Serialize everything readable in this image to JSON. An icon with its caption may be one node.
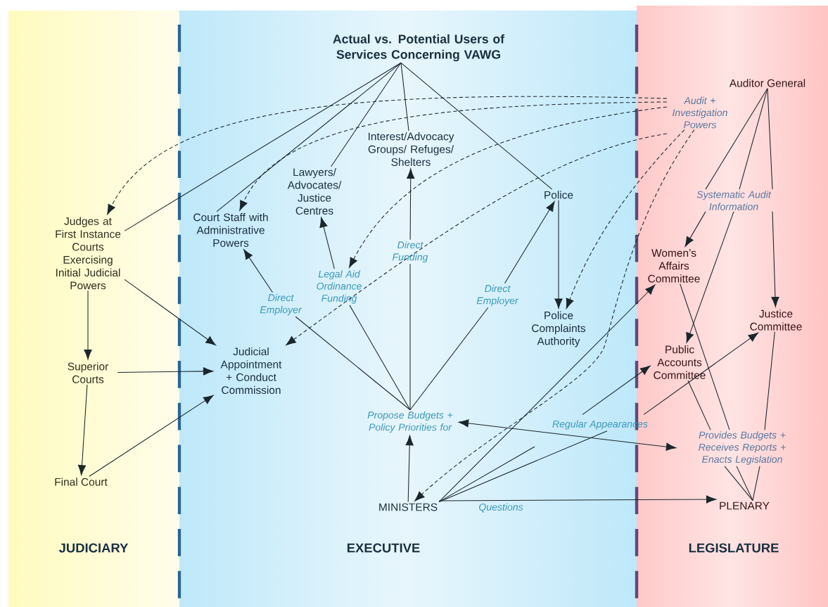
{
  "diagram": {
    "nodes": [
      {
        "text": [
          "Actual vs. Potential Users of Services Concerning VAWG"
        ]
      },
      {
        "text": [
          "Auditor General"
        ]
      },
      {
        "text": [
          "Audit + Investigation Powers"
        ]
      },
      {
        "text": [
          "Interest/Advocacy Groups/ Refuges/ Shelters"
        ]
      },
      {
        "text": [
          "Lawyers/ Advocates/ Justice Centres"
        ]
      },
      {
        "text": [
          "Police"
        ]
      },
      {
        "text": [
          "Systematic Audit Information"
        ]
      },
      {
        "text": [
          "Judges at First Instance Courts Exercising Initial Judicial Powers"
        ]
      },
      {
        "text": [
          "Court Staff with Administrative Powers"
        ]
      },
      {
        "text": [
          "Women’s Affairs Committee"
        ]
      },
      {
        "text": [
          "Direct Funding"
        ]
      },
      {
        "text": [
          "Legal Aid Ordinance Funding"
        ]
      },
      {
        "text": [
          "Direct Employer"
        ]
      },
      {
        "text": [
          "Direct Employer"
        ]
      },
      {
        "text": [
          "Police Complaints Authority"
        ]
      },
      {
        "text": [
          "Justice Committee"
        ]
      },
      {
        "text": [
          "Superior Courts"
        ]
      },
      {
        "text": [
          "Judicial Appointment + Conduct Commission"
        ]
      },
      {
        "text": [
          "Public Accounts Committee"
        ]
      },
      {
        "text": [
          "Propose Budgets + Policy Priorities for"
        ]
      },
      {
        "text": [
          "Regular Appearances"
        ]
      },
      {
        "text": [
          "Provides Budgets + Receives Reports + Enacts Legislation"
        ]
      },
      {
        "text": [
          "Final Court"
        ]
      },
      {
        "text": [
          "MINISTERS"
        ]
      },
      {
        "text": [
          "PLENARY"
        ]
      }
    ],
    "edges": [
      {
        "from": 0,
        "to": 7,
        "arrow": "none"
      },
      {
        "from": 0,
        "to": 8,
        "arrow": "none"
      },
      {
        "from": 0,
        "to": 4,
        "arrow": "none"
      },
      {
        "from": 0,
        "to": 3,
        "arrow": "none"
      },
      {
        "from": 0,
        "to": 5,
        "arrow": "none"
      },
      {
        "from": 2,
        "to": 7,
        "arrow": "to",
        "style": "dashed"
      },
      {
        "from": 2,
        "to": 8,
        "arrow": "to",
        "style": "dashed"
      },
      {
        "from": 2,
        "to": 11,
        "arrow": "to",
        "style": "dashed"
      },
      {
        "from": 2,
        "to": 17,
        "arrow": "to",
        "style": "dashed"
      },
      {
        "from": 2,
        "to": 14,
        "arrow": "to",
        "style": "dashed"
      },
      {
        "from": 2,
        "to": 23,
        "arrow": "to",
        "style": "dashed"
      },
      {
        "from": 1,
        "to": 6,
        "arrow": "none"
      },
      {
        "from": 1,
        "to": 6,
        "arrow": "none"
      },
      {
        "from": 1,
        "to": 6,
        "arrow": "none"
      },
      {
        "from": 6,
        "to": 9,
        "arrow": "to"
      },
      {
        "from": 6,
        "to": 18,
        "arrow": "to"
      },
      {
        "from": 6,
        "to": 15,
        "arrow": "to"
      },
      {
        "from": 7,
        "to": 16,
        "arrow": "to"
      },
      {
        "from": 16,
        "to": 22,
        "arrow": "to"
      },
      {
        "from": 7,
        "to": 17,
        "arrow": "to"
      },
      {
        "from": 16,
        "to": 17,
        "arrow": "to"
      },
      {
        "from": 22,
        "to": 17,
        "arrow": "to"
      },
      {
        "from": 19,
        "to": 12,
        "arrow": "none"
      },
      {
        "from": 12,
        "to": 8,
        "arrow": "to"
      },
      {
        "from": 19,
        "to": 11,
        "arrow": "none"
      },
      {
        "from": 11,
        "to": 4,
        "arrow": "to"
      },
      {
        "from": 19,
        "to": 10,
        "arrow": "none"
      },
      {
        "from": 10,
        "to": 3,
        "arrow": "to"
      },
      {
        "from": 19,
        "to": 13,
        "arrow": "none"
      },
      {
        "from": 13,
        "to": 5,
        "arrow": "to"
      },
      {
        "from": 5,
        "to": 14,
        "arrow": "to"
      },
      {
        "from": 23,
        "to": 19,
        "arrow": "to"
      },
      {
        "from": 19,
        "to": 21,
        "arrow": "both"
      },
      {
        "from": 23,
        "to": 9,
        "arrow": "to"
      },
      {
        "from": 23,
        "to": 20,
        "arrow": "none"
      },
      {
        "from": 23,
        "to": null,
        "arrow": "none"
      },
      {
        "from": 20,
        "to": 18,
        "arrow": "to"
      },
      {
        "from": 20,
        "to": 15,
        "arrow": "to"
      },
      {
        "from": 23,
        "to": 24,
        "arrow": "to",
        "label": "Questions"
      },
      {
        "from": 24,
        "to": 21,
        "arrow": "none"
      },
      {
        "from": 24,
        "to": 21,
        "arrow": "none"
      },
      {
        "from": 24,
        "to": 21,
        "arrow": "none"
      },
      {
        "from": 21,
        "to": 18,
        "arrow": "none"
      },
      {
        "from": 21,
        "to": 9,
        "arrow": "none"
      },
      {
        "from": 21,
        "to": 15,
        "arrow": "none"
      }
    ],
    "labels": [
      "JUDICIARY",
      "EXECUTIVE",
      "LEGISLATURE"
    ]
  }
}
